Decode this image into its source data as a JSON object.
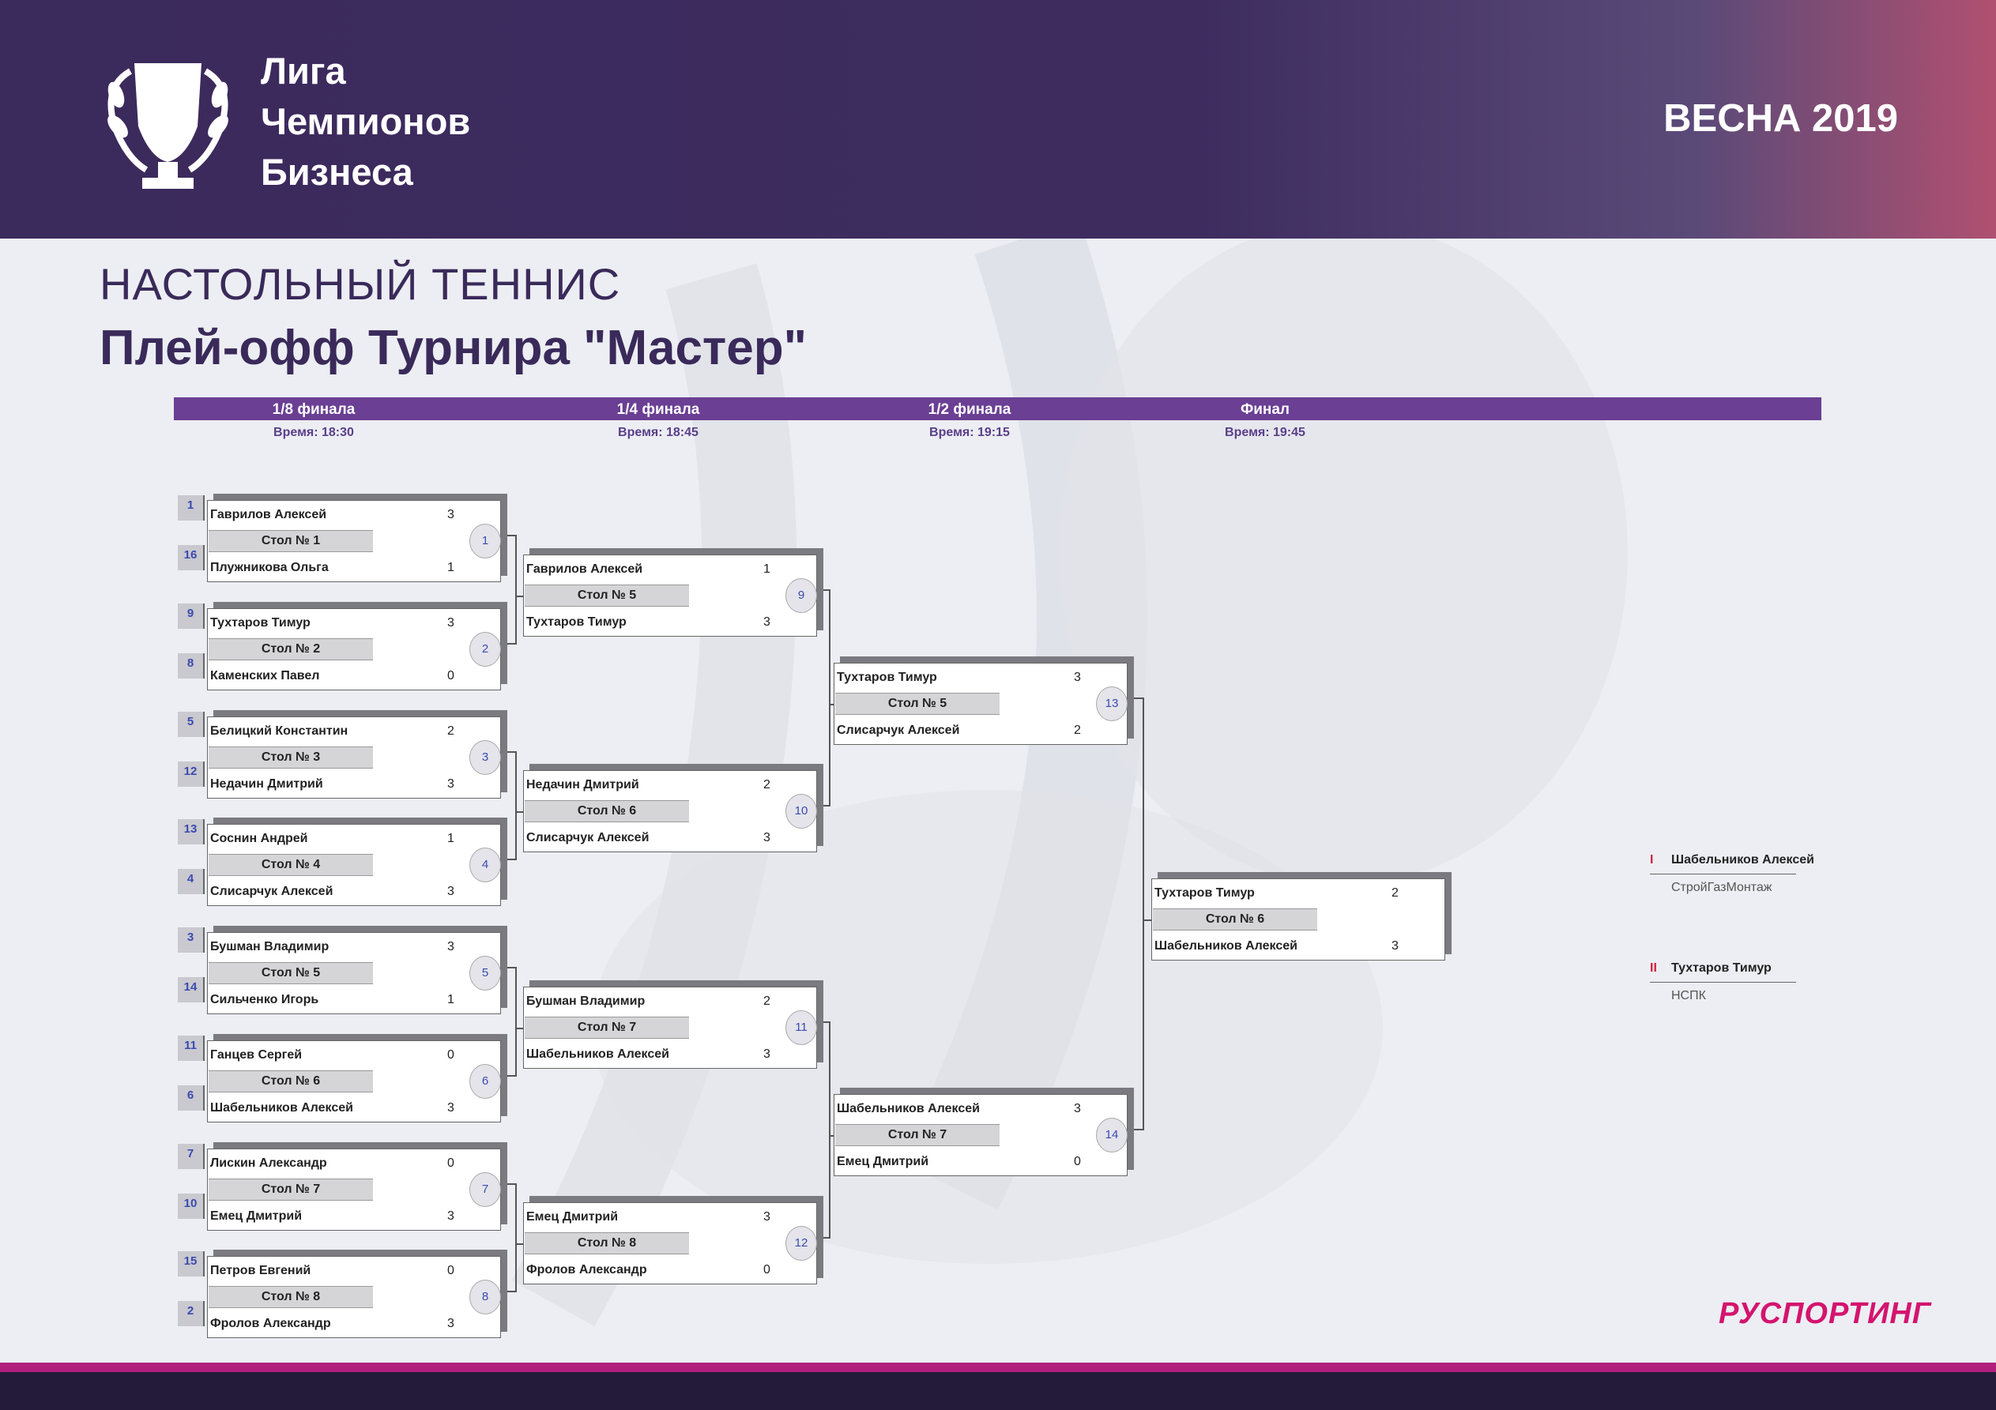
{
  "header": {
    "logo_lines": [
      "Лига",
      "Чемпионов",
      "Бизнеса"
    ],
    "season": "ВЕСНА 2019"
  },
  "sport": "НАСТОЛЬНЫЙ ТЕННИС",
  "title": "Плей-офф Турнира \"Мастер\"",
  "rounds": [
    {
      "label": "1/8 финала",
      "time": "Время: 18:30"
    },
    {
      "label": "1/4 финала",
      "time": "Время: 18:45"
    },
    {
      "label": "1/2 финала",
      "time": "Время: 19:15"
    },
    {
      "label": "Финал",
      "time": "Время: 19:45"
    }
  ],
  "matches": [
    {
      "num": "1",
      "seed1": "1",
      "seed2": "16",
      "p1": "Гаврилов Алексей",
      "s1": "3",
      "table": "Стол № 1",
      "p2": "Плужникова Ольга",
      "s2": "1"
    },
    {
      "num": "2",
      "seed1": "9",
      "seed2": "8",
      "p1": "Тухтаров Тимур",
      "s1": "3",
      "table": "Стол № 2",
      "p2": "Каменских Павел",
      "s2": "0"
    },
    {
      "num": "3",
      "seed1": "5",
      "seed2": "12",
      "p1": "Белицкий Константин",
      "s1": "2",
      "table": "Стол № 3",
      "p2": "Недачин Дмитрий",
      "s2": "3"
    },
    {
      "num": "4",
      "seed1": "13",
      "seed2": "4",
      "p1": "Соснин Андрей",
      "s1": "1",
      "table": "Стол № 4",
      "p2": "Слисарчук Алексей",
      "s2": "3"
    },
    {
      "num": "5",
      "seed1": "3",
      "seed2": "14",
      "p1": "Бушман Владимир",
      "s1": "3",
      "table": "Стол № 5",
      "p2": "Сильченко Игорь",
      "s2": "1"
    },
    {
      "num": "6",
      "seed1": "11",
      "seed2": "6",
      "p1": "Ганцев Сергей",
      "s1": "0",
      "table": "Стол № 6",
      "p2": "Шабельников Алексей",
      "s2": "3"
    },
    {
      "num": "7",
      "seed1": "7",
      "seed2": "10",
      "p1": "Лискин Александр",
      "s1": "0",
      "table": "Стол № 7",
      "p2": "Емец Дмитрий",
      "s2": "3"
    },
    {
      "num": "8",
      "seed1": "15",
      "seed2": "2",
      "p1": "Петров Евгений",
      "s1": "0",
      "table": "Стол № 8",
      "p2": "Фролов Александр",
      "s2": "3"
    },
    {
      "num": "9",
      "p1": "Гаврилов Алексей",
      "s1": "1",
      "table": "Стол № 5",
      "p2": "Тухтаров Тимур",
      "s2": "3"
    },
    {
      "num": "10",
      "p1": "Недачин Дмитрий",
      "s1": "2",
      "table": "Стол № 6",
      "p2": "Слисарчук Алексей",
      "s2": "3"
    },
    {
      "num": "11",
      "p1": "Бушман Владимир",
      "s1": "2",
      "table": "Стол № 7",
      "p2": "Шабельников Алексей",
      "s2": "3"
    },
    {
      "num": "12",
      "p1": "Емец Дмитрий",
      "s1": "3",
      "table": "Стол № 8",
      "p2": "Фролов Александр",
      "s2": "0"
    },
    {
      "num": "13",
      "p1": "Тухтаров Тимур",
      "s1": "3",
      "table": "Стол № 5",
      "p2": "Слисарчук Алексей",
      "s2": "2"
    },
    {
      "num": "14",
      "p1": "Шабельников Алексей",
      "s1": "3",
      "table": "Стол № 7",
      "p2": "Емец Дмитрий",
      "s2": "0"
    },
    {
      "num": "",
      "p1": "Тухтаров Тимур",
      "s1": "2",
      "table": "Стол № 6",
      "p2": "Шабельников Алексей",
      "s2": "3"
    }
  ],
  "results": [
    {
      "place": "I",
      "name": "Шабельников Алексей",
      "team": "СтройГазМонтаж"
    },
    {
      "place": "II",
      "name": "Тухтаров Тимур",
      "team": "НСПК"
    }
  ],
  "brand": "РУСПОРТИНГ",
  "colors": {
    "header": "#3b2a5c",
    "accent": "#6a3f94",
    "brand": "#d4146e",
    "footer": "#241a3a"
  }
}
